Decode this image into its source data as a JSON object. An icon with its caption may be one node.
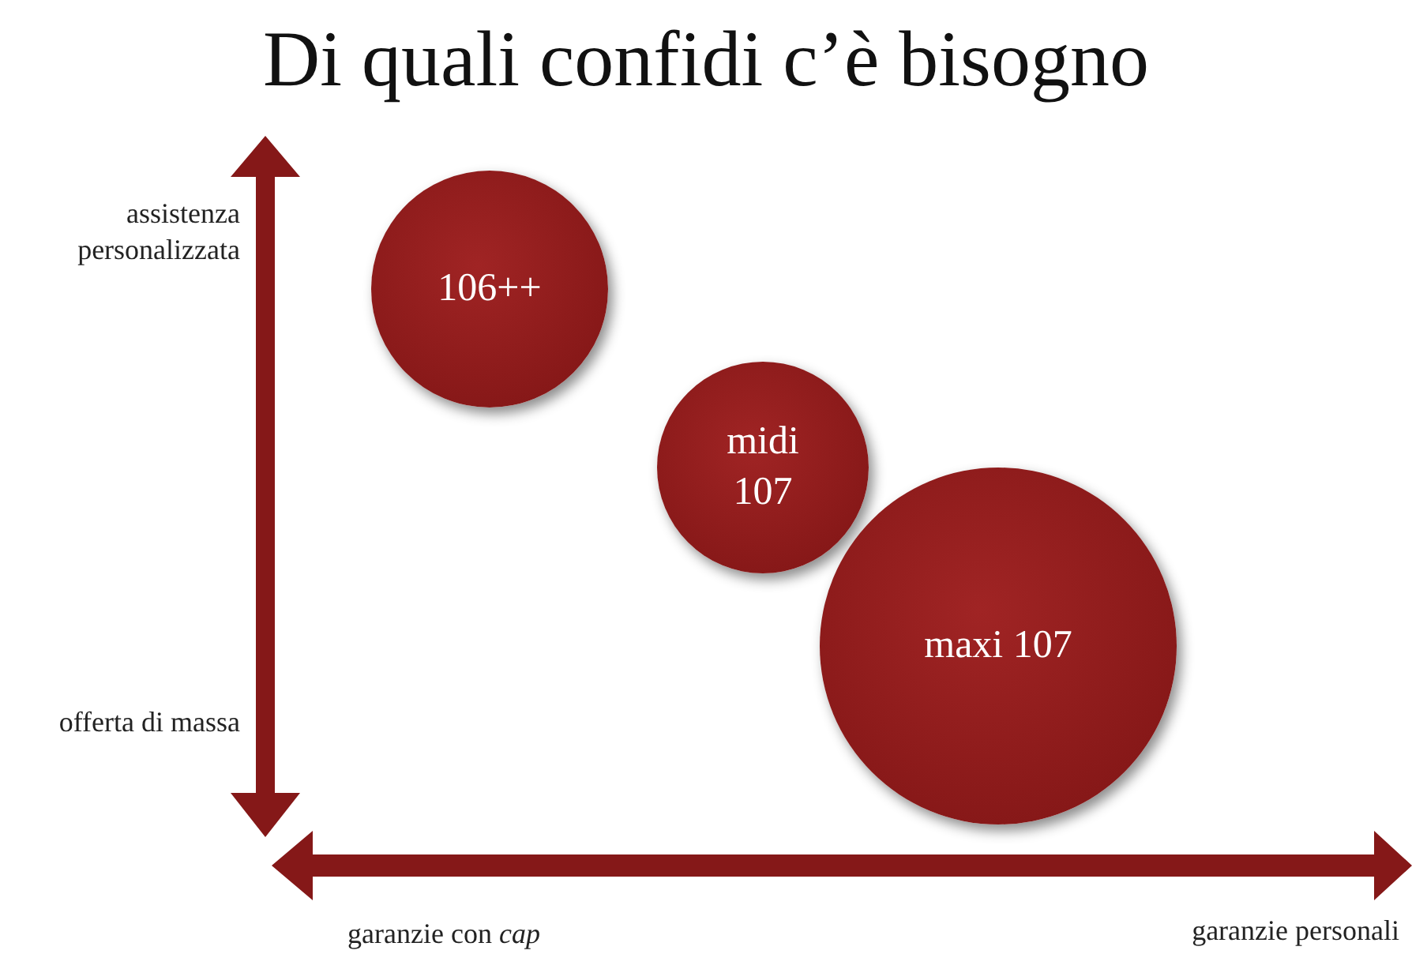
{
  "diagram": {
    "title": "Di quali confidi c’è bisogno",
    "nodes": [
      {
        "text": [
          "106++"
        ]
      },
      {
        "text": [
          "midi 107"
        ]
      },
      {
        "text": [
          "maxi 107"
        ]
      }
    ],
    "labels": [
      "assistenza personalizzata",
      "offerta di massa",
      "garanzie con *cap*",
      "garanzie personali"
    ]
  }
}
